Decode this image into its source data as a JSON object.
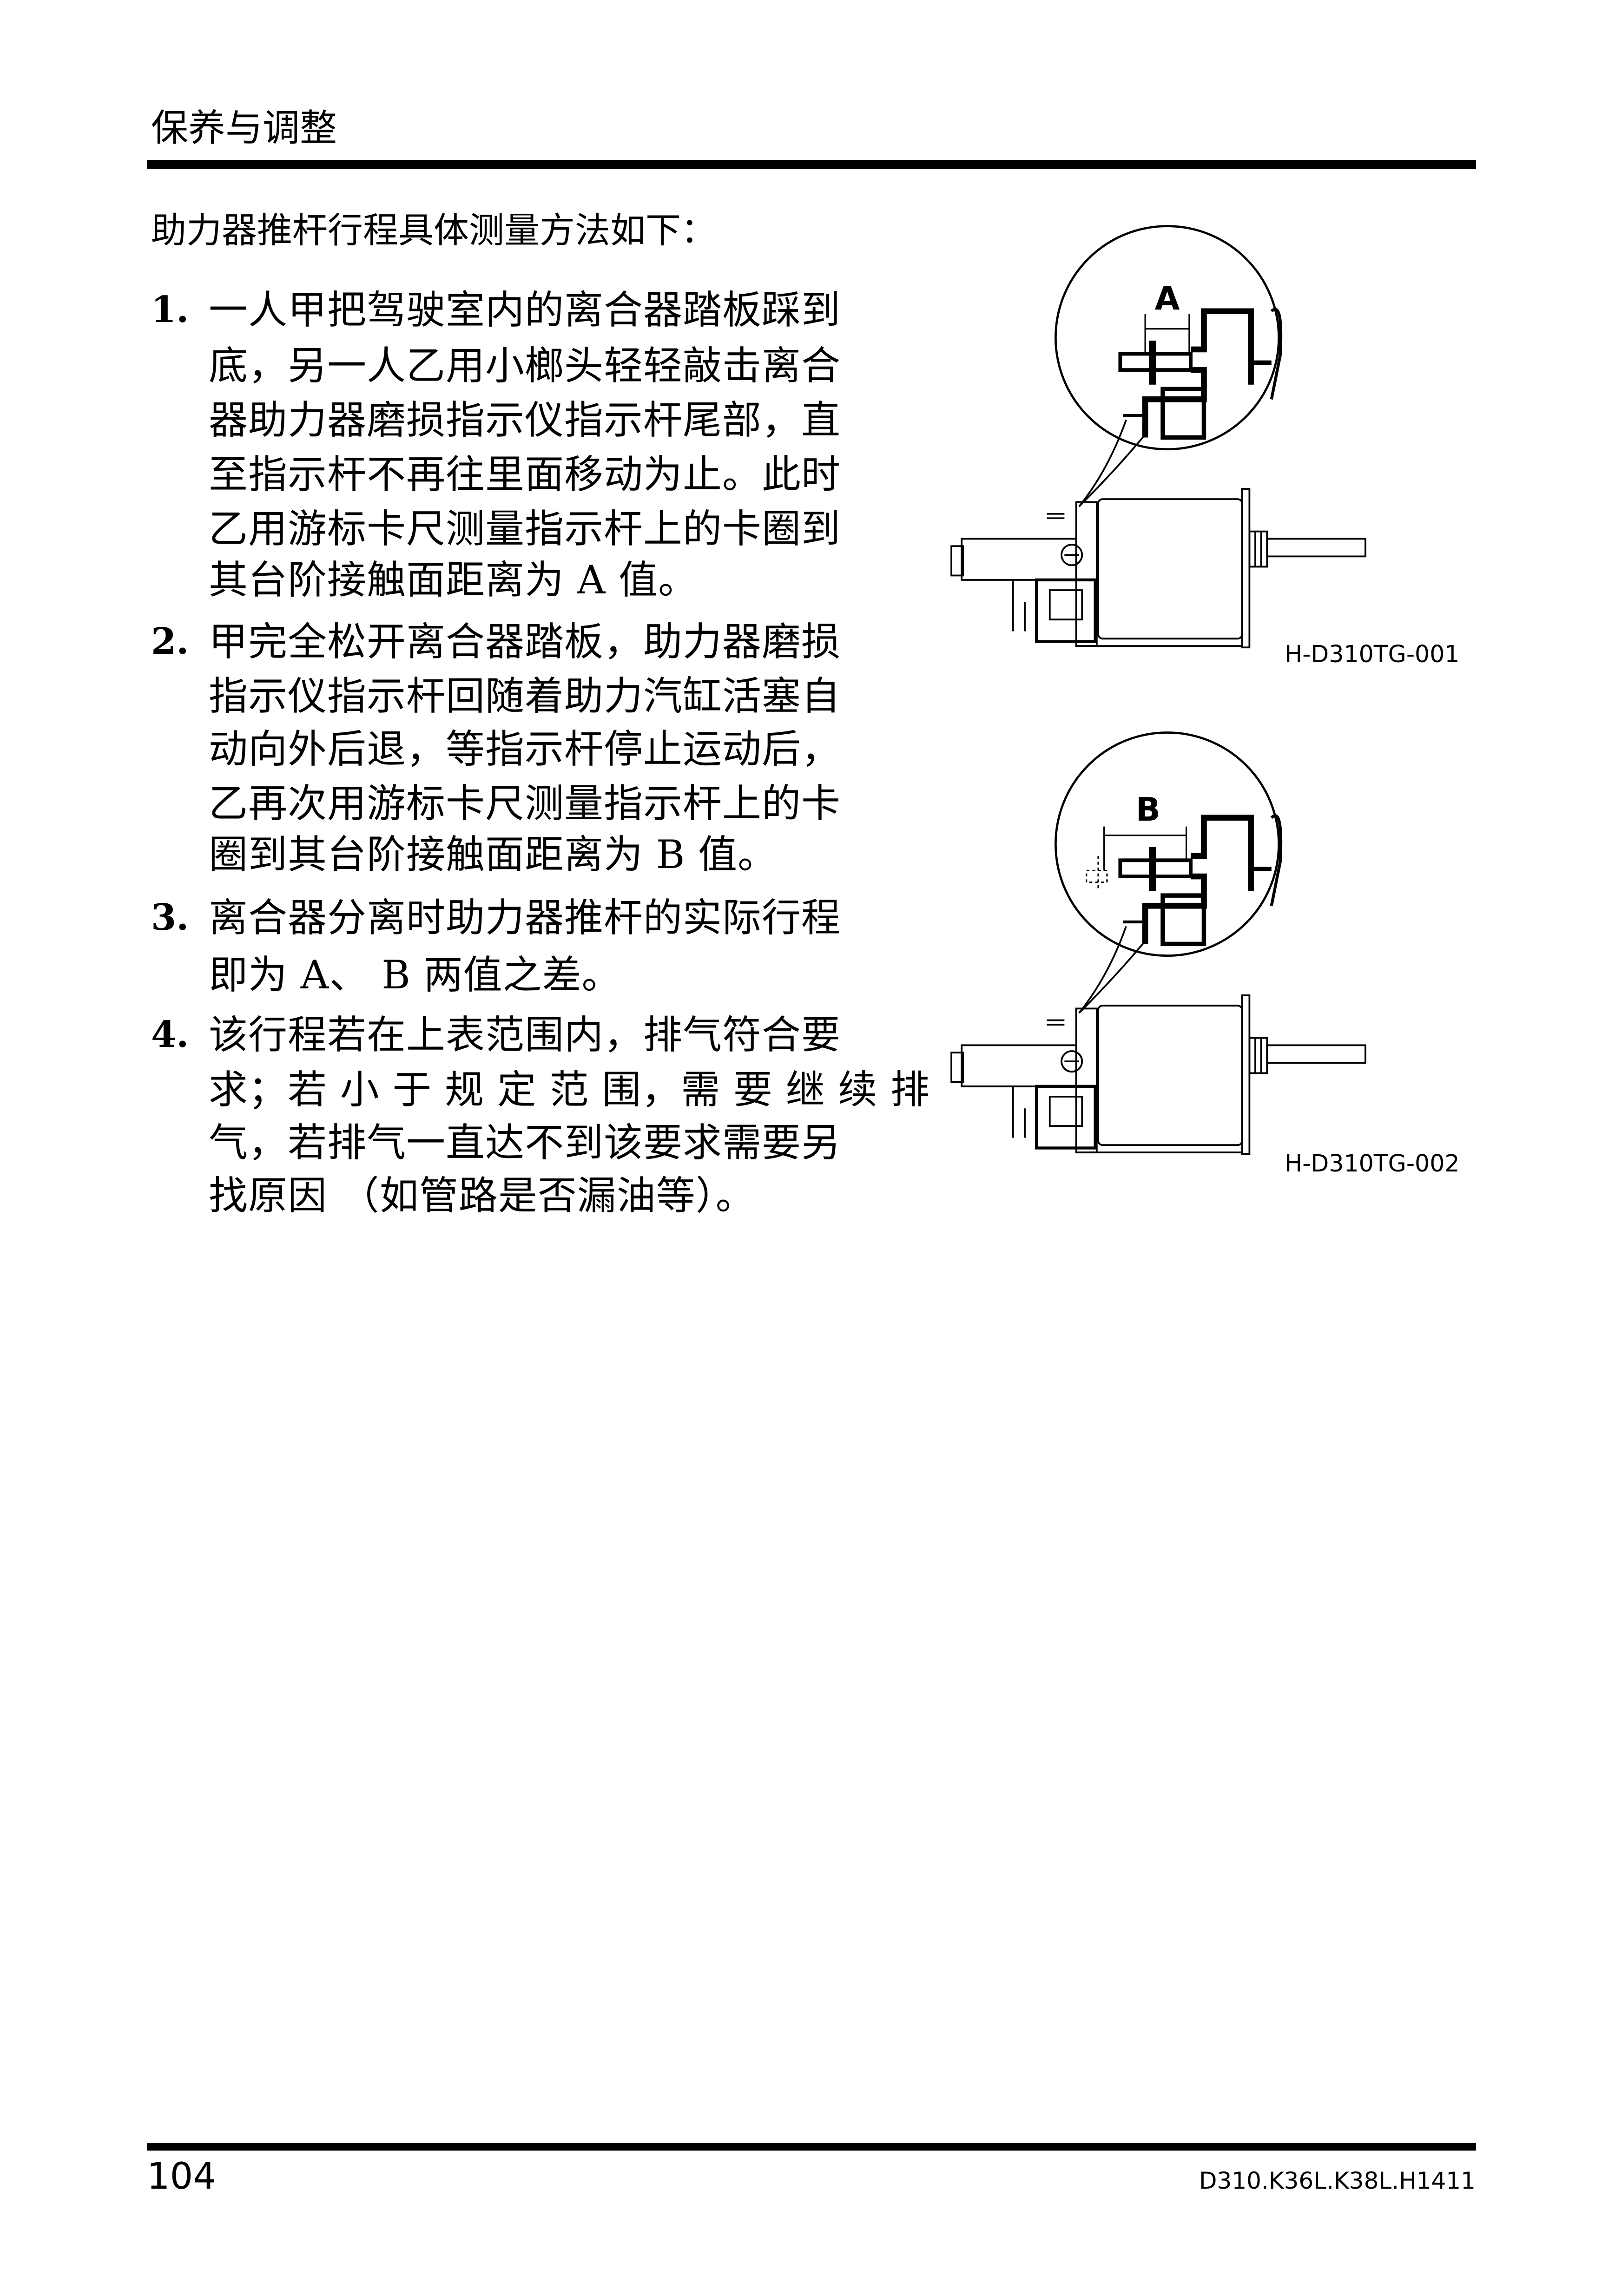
{
  "header": {
    "section_title": "保养与调整"
  },
  "intro": "助力器推杆行程具体测量方法如下：",
  "steps": [
    {
      "num": "1.",
      "lines": [
        "一人甲把驾驶室内的离合器踏板踩到",
        "底，另一人乙用小榔头轻轻敲击离合",
        "器助力器磨损指示仪指示杆尾部，直",
        "至指示杆不再往里面移动为止。此时",
        "乙用游标卡尺测量指示杆上的卡圈到",
        "其台阶接触面距离为 A 值。"
      ]
    },
    {
      "num": "2.",
      "lines": [
        "甲完全松开离合器踏板，助力器磨损",
        "指示仪指示杆回随着助力汽缸活塞自",
        "动向外后退，等指示杆停止运动后，",
        "乙再次用游标卡尺测量指示杆上的卡",
        "圈到其台阶接触面距离为 B 值。"
      ]
    },
    {
      "num": "3.",
      "lines": [
        "离合器分离时助力器推杆的实际行程",
        "即为 A、 B 两值之差。"
      ]
    },
    {
      "num": "4.",
      "lines": [
        "该行程若在上表范围内，排气符合要",
        "求；若 小 于 规 定 范 围，需 要 继 续 排",
        "气，若排气一直达不到该要求需要另",
        "找原因 （如管路是否漏油等）。"
      ]
    }
  ],
  "figures": [
    {
      "dimension_label": "A",
      "caption": "H-D310TG-001"
    },
    {
      "dimension_label": "B",
      "caption": "H-D310TG-002"
    }
  ],
  "footer": {
    "page_number": "104",
    "doc_code": "D310.K36L.K38L.H1411"
  }
}
